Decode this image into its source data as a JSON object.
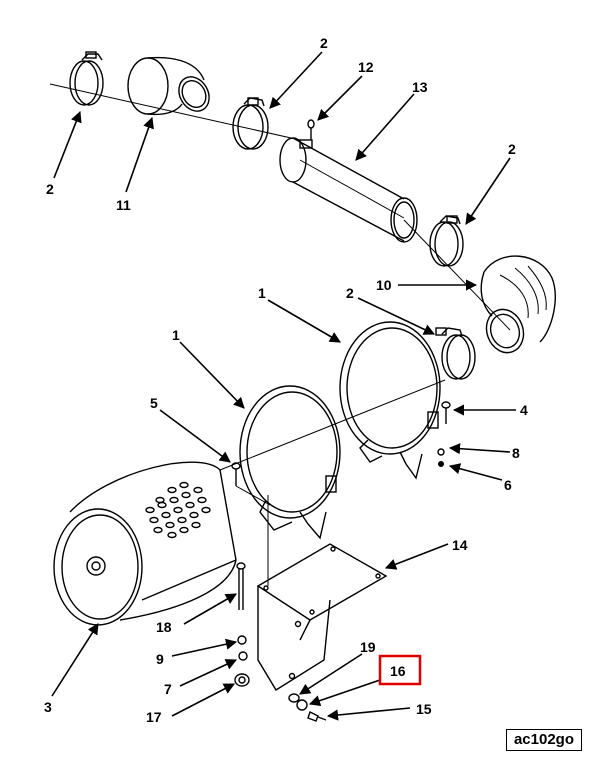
{
  "figure_code": "ac102go",
  "highlight_color": "#e00000",
  "highlighted_callout": "16",
  "callouts": [
    {
      "id": "c2a",
      "text": "2"
    },
    {
      "id": "c11",
      "text": "11"
    },
    {
      "id": "c2b",
      "text": "2"
    },
    {
      "id": "c12",
      "text": "12"
    },
    {
      "id": "c13",
      "text": "13"
    },
    {
      "id": "c2c",
      "text": "2"
    },
    {
      "id": "c10",
      "text": "10"
    },
    {
      "id": "c1a",
      "text": "1"
    },
    {
      "id": "c2d",
      "text": "2"
    },
    {
      "id": "c1b",
      "text": "1"
    },
    {
      "id": "c5",
      "text": "5"
    },
    {
      "id": "c4",
      "text": "4"
    },
    {
      "id": "c8",
      "text": "8"
    },
    {
      "id": "c6",
      "text": "6"
    },
    {
      "id": "c3",
      "text": "3"
    },
    {
      "id": "c14",
      "text": "14"
    },
    {
      "id": "c18",
      "text": "18"
    },
    {
      "id": "c9",
      "text": "9"
    },
    {
      "id": "c7",
      "text": "7"
    },
    {
      "id": "c19",
      "text": "19"
    },
    {
      "id": "c16",
      "text": "16"
    },
    {
      "id": "c17",
      "text": "17"
    },
    {
      "id": "c15",
      "text": "15"
    }
  ]
}
